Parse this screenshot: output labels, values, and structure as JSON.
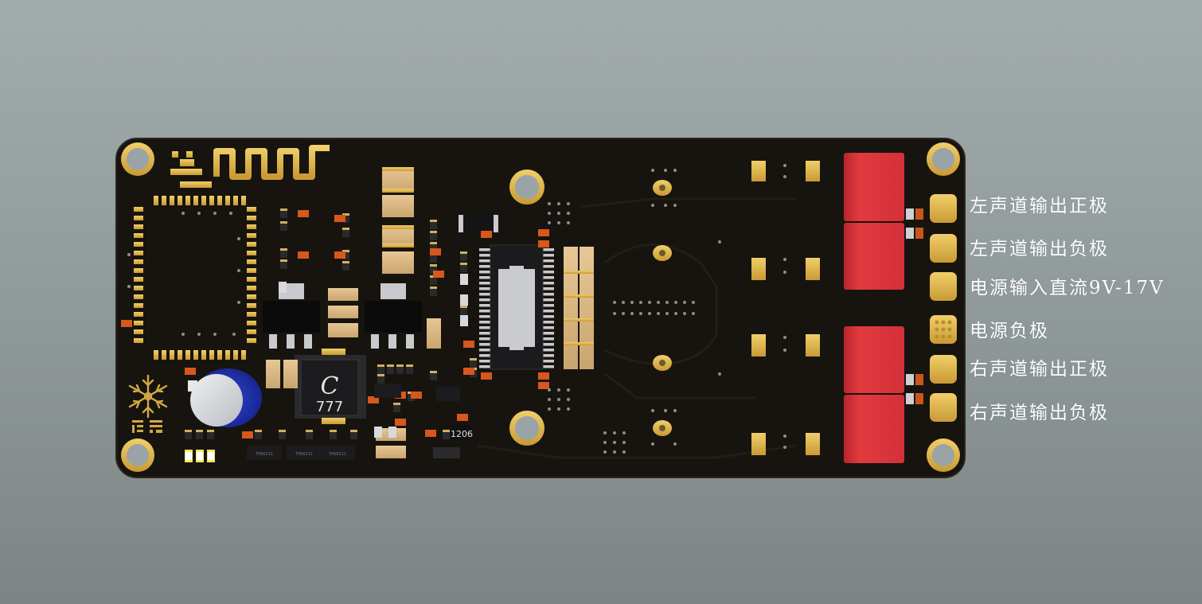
{
  "board": {
    "inductor_marking": [
      "C",
      "777"
    ],
    "resistor_marking": "1206",
    "ic_markings": [
      "TPA6211",
      "TPA6211",
      "TPA6211"
    ]
  },
  "connector_labels": [
    "左声道输出正极",
    "左声道输出负极",
    "电源输入直流9V-17V",
    "电源负极",
    "右声道输出正极",
    "右声道输出负极"
  ],
  "colors": {
    "pcb": "#17140f",
    "copper": "#e2b44a",
    "capacitor_red": "#e03438",
    "electrolytic_blue": "#1d2fb4"
  }
}
